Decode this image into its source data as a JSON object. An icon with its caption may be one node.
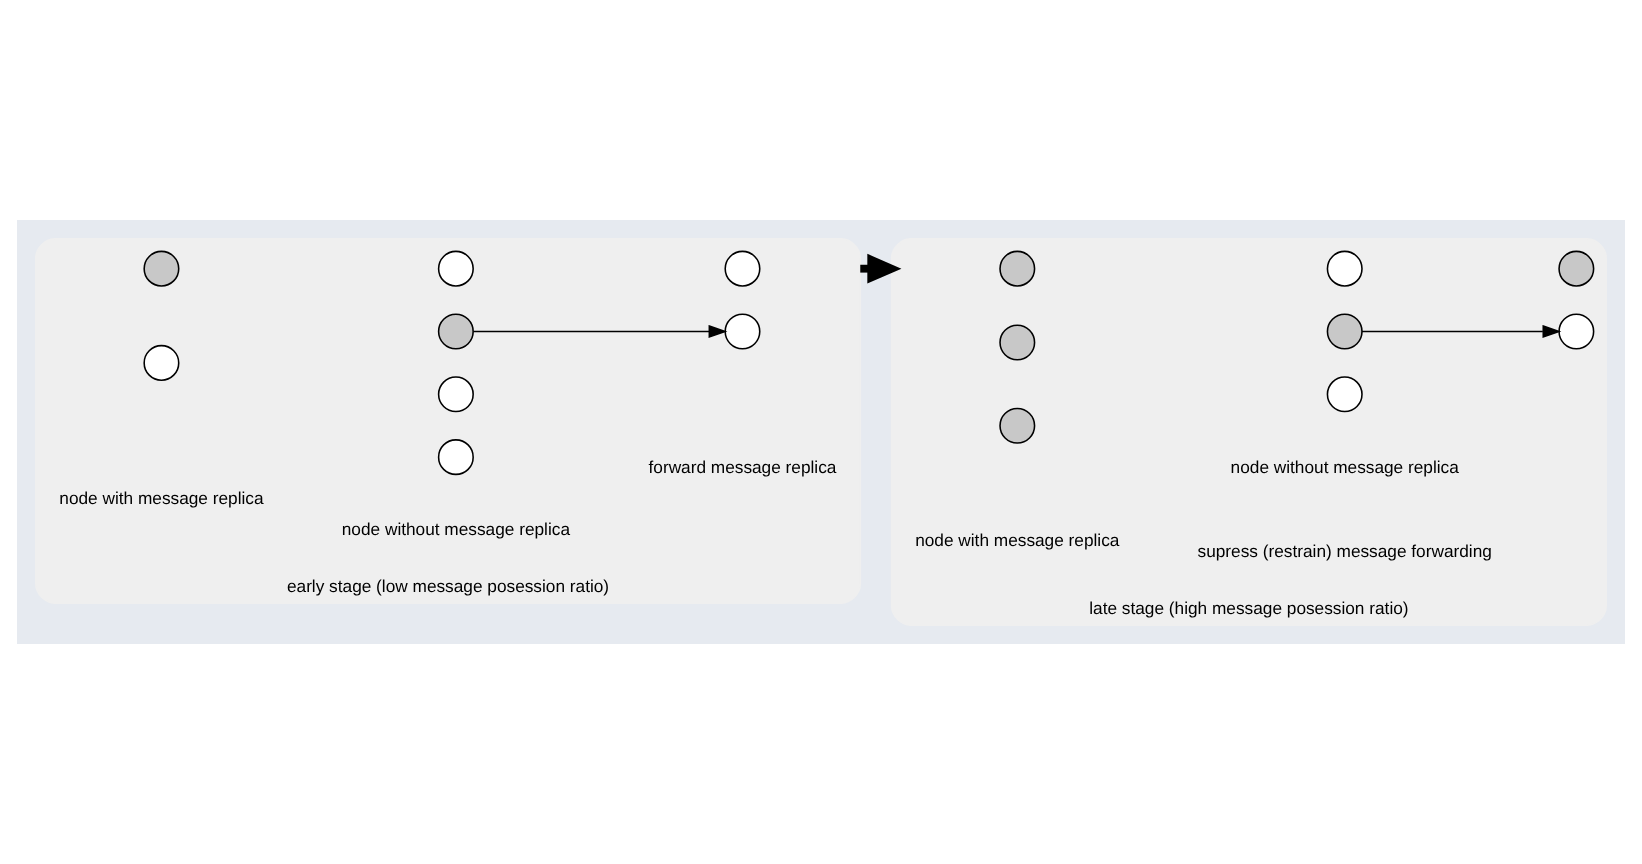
{
  "diagram": {
    "nodes": [
      {
        "text": [
          "early stage (low message posession ratio)"
        ]
      },
      {
        "text": [],
        "shape": "circle",
        "in": 0
      },
      {
        "text": [],
        "shape": "circle",
        "in": 0
      },
      {
        "text": [],
        "shape": "circle",
        "in": 0
      },
      {
        "text": [],
        "shape": "circle",
        "in": 0
      },
      {
        "text": [],
        "shape": "circle",
        "in": 0
      },
      {
        "text": [],
        "shape": "circle",
        "in": 0
      },
      {
        "text": [],
        "shape": "circle",
        "in": 0
      },
      {
        "text": [],
        "shape": "circle",
        "in": 0
      },
      {
        "text": [
          "late stage (high message posession ratio)"
        ]
      },
      {
        "text": [],
        "shape": "circle",
        "in": 9
      },
      {
        "text": [],
        "shape": "circle",
        "in": 9
      },
      {
        "text": [],
        "shape": "circle",
        "in": 9
      },
      {
        "text": [],
        "shape": "circle",
        "in": 9
      },
      {
        "text": [],
        "shape": "circle",
        "in": 9
      },
      {
        "text": [],
        "shape": "circle",
        "in": 9
      },
      {
        "text": [],
        "shape": "circle",
        "in": 9
      },
      {
        "text": [],
        "shape": "circle",
        "in": 9
      }
    ],
    "edges": [
      {
        "from": 4,
        "to": 5,
        "arrow": "to"
      },
      {
        "from": 0,
        "to": 9,
        "arrow": "to",
        "style": "thick"
      },
      {
        "from": 13,
        "to": 14,
        "arrow": "to"
      }
    ],
    "labels": [
      "node without message replica",
      "node with message replica",
      "forward message replica",
      "node without message replica",
      "node with message replica",
      "supress (restrain) message forwarding"
    ]
  }
}
